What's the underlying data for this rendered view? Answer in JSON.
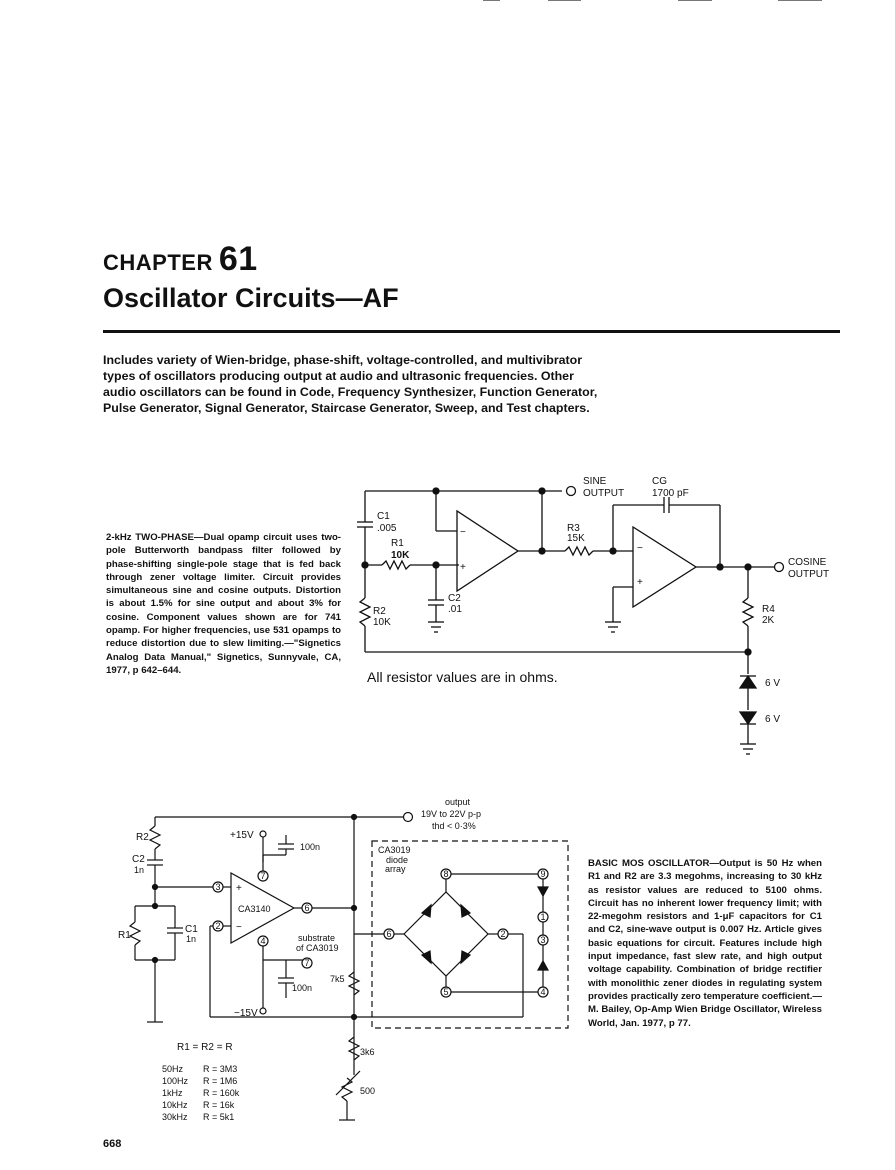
{
  "chapter": {
    "label": "CHAPTER",
    "number": "61",
    "title": "Oscillator Circuits—AF"
  },
  "intro": "Includes variety of Wien-bridge, phase-shift, voltage-controlled, and multivibrator types of oscillators producing output at audio and ultrasonic frequencies. Other audio oscillators can be found in Code, Frequency Synthesizer, Function Generator, Pulse Generator, Signal Generator, Staircase Generator, Sweep, and Test chapters.",
  "circuit1": {
    "caption": "2-kHz TWO-PHASE—Dual opamp circuit uses two-pole Butterworth bandpass filter followed by phase-shifting single-pole stage that is fed back through zener voltage limiter. Circuit provides simultaneous sine and cosine outputs. Distortion is about 1.5% for sine output and about 3% for cosine. Component values shown are for 741 opamp. For higher frequencies, use 531 opamps to reduce distortion due to slew limiting.—\"Signetics Analog Data Manual,\" Signetics, Sunnyvale, CA, 1977, p 642–644.",
    "note": "All resistor values are in ohms.",
    "sine1": "SINE",
    "sine2": "OUTPUT",
    "cg": "CG",
    "cg_val": "1700 pF",
    "c1": "C1",
    "c1_val": ".005",
    "r1": "R1",
    "r1_val": "10K",
    "r2": "R2",
    "r2_val": "10K",
    "c2": "C2",
    "c2_val": ".01",
    "r3": "R3",
    "r3_val": "15K",
    "r4": "R4",
    "r4_val": "2K",
    "cos1": "COSINE",
    "cos2": "OUTPUT",
    "z1": "6 V",
    "z2": "6 V"
  },
  "circuit2": {
    "caption": "BASIC MOS OSCILLATOR—Output is 50 Hz when R1 and R2 are 3.3 megohms, increasing to 30 kHz as resistor values are reduced to 5100 ohms. Circuit has no inherent lower frequency limit; with 22-megohm resistors and 1-μF capacitors for C1 and C2, sine-wave output is 0.007 Hz. Article gives basic equations for circuit. Features include high input impedance, fast slew rate, and high output voltage capability. Combination of bridge rectifier with monolithic zener diodes in regulating system provides practically zero temperature coefficient.—M. Bailey, Op-Amp Wien Bridge Oscillator, Wireless World, Jan. 1977, p 77.",
    "out1": "output",
    "out2": "19V to 22V p-p",
    "out3": "thd < 0·3%",
    "r2": "R2",
    "c2": "C2",
    "c2_val": "1n",
    "r1": "R1",
    "c1": "C1",
    "c1_val": "1n",
    "vpos": "+15V",
    "vneg": "−15V",
    "cap_top": "100n",
    "cap_bot": "100n",
    "opamp": "CA3140",
    "sub1": "substrate",
    "sub2": "of CA3019",
    "arr1": "CA3019",
    "arr2": "diode",
    "arr3": "array",
    "r7k5": "7k5",
    "r3k6": "3k6",
    "pot": "500",
    "pin3": "3",
    "pin2": "2",
    "pin7": "7",
    "pin6": "6",
    "pin4": "4",
    "apin8": "8",
    "apin9": "9",
    "apin6": "6",
    "apin2": "2",
    "apin1": "1",
    "apin3": "3",
    "apin5": "5",
    "apin4": "4",
    "eq": "R1 = R2 = R",
    "table": [
      {
        "f": "50Hz",
        "r": "R = 3M3"
      },
      {
        "f": "100Hz",
        "r": "R = 1M6"
      },
      {
        "f": "1kHz",
        "r": "R = 160k"
      },
      {
        "f": "10kHz",
        "r": "R = 16k"
      },
      {
        "f": "30kHz",
        "r": "R = 5k1"
      }
    ]
  },
  "page_number": "668"
}
